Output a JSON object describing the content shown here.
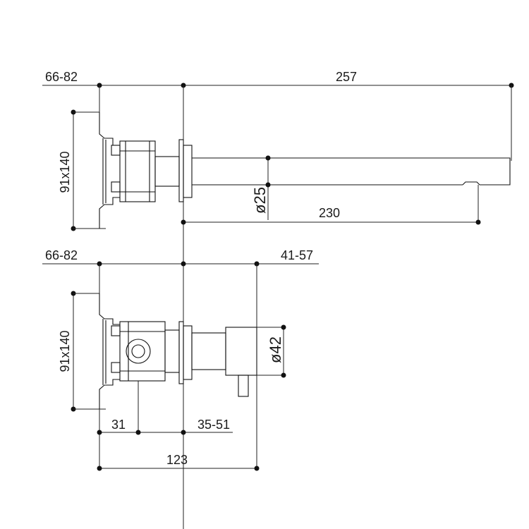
{
  "dimensions": {
    "top": {
      "wall_range": "66-82",
      "spout_length": "257",
      "plate": "91x140",
      "pipe_diameter": "ø25",
      "reach": "230"
    },
    "bottom": {
      "wall_range": "66-82",
      "handle_range": "41-57",
      "plate": "91x140",
      "handle_diameter": "ø42",
      "offset": "31",
      "depth_range": "35-51",
      "total": "123"
    }
  }
}
